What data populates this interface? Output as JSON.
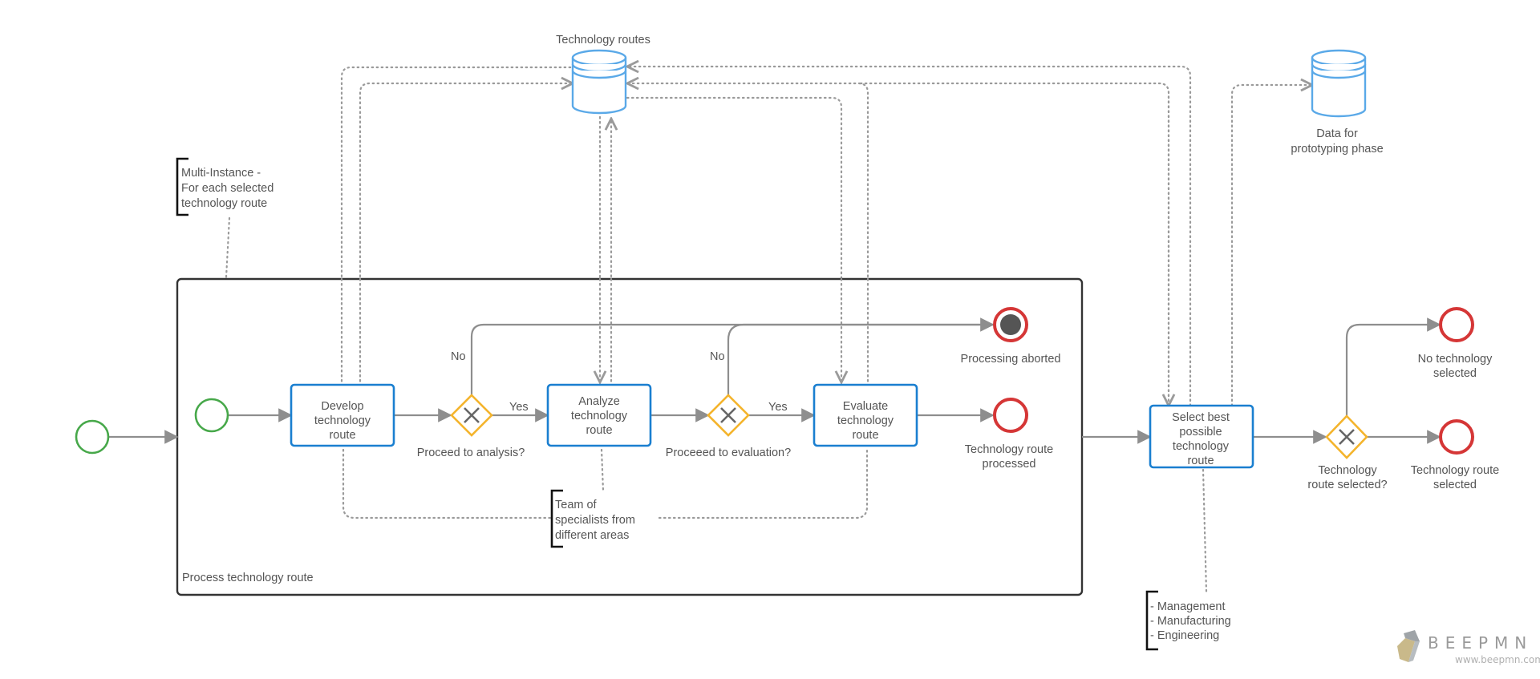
{
  "diagram": {
    "data_stores": {
      "technology_routes": "Technology routes",
      "prototyping_data": [
        "Data for",
        "prototyping phase"
      ]
    },
    "subprocess": {
      "label": "Process technology route"
    },
    "tasks": {
      "develop": [
        "Develop",
        "technology",
        "route"
      ],
      "analyze": [
        "Analyze",
        "technology",
        "route"
      ],
      "evaluate": [
        "Evaluate",
        "technology",
        "route"
      ],
      "select": [
        "Select best",
        "possible",
        "technology",
        "route"
      ]
    },
    "gateways": {
      "proceed_analysis": "Proceed to analysis?",
      "proceed_evaluation": "Proceeed to evaluation?",
      "route_selected": [
        "Technology",
        "route selected?"
      ]
    },
    "flow_labels": {
      "no_1": "No",
      "yes_1": "Yes",
      "no_2": "No",
      "yes_2": "Yes"
    },
    "end_events": {
      "aborted": "Processing aborted",
      "processed": [
        "Technology route",
        "processed"
      ],
      "none_selected": [
        "No technology",
        "selected"
      ],
      "selected": [
        "Technology route",
        "selected"
      ]
    },
    "annotations": {
      "multi_instance": [
        "Multi-Instance -",
        "For each selected",
        "technology route"
      ],
      "team": [
        "Team of",
        "specialists from",
        "different areas"
      ],
      "departments": [
        "- Management",
        "- Manufacturing",
        "- Engineering"
      ]
    },
    "colors": {
      "task_border": "#1a7fd0",
      "gateway_border": "#f4b42c",
      "start_event": "#47a84a",
      "end_event": "#d53636",
      "data_store": "#5aa9e8"
    }
  },
  "watermark": {
    "name": "BEEPMN",
    "url": "www.beepmn.com"
  }
}
